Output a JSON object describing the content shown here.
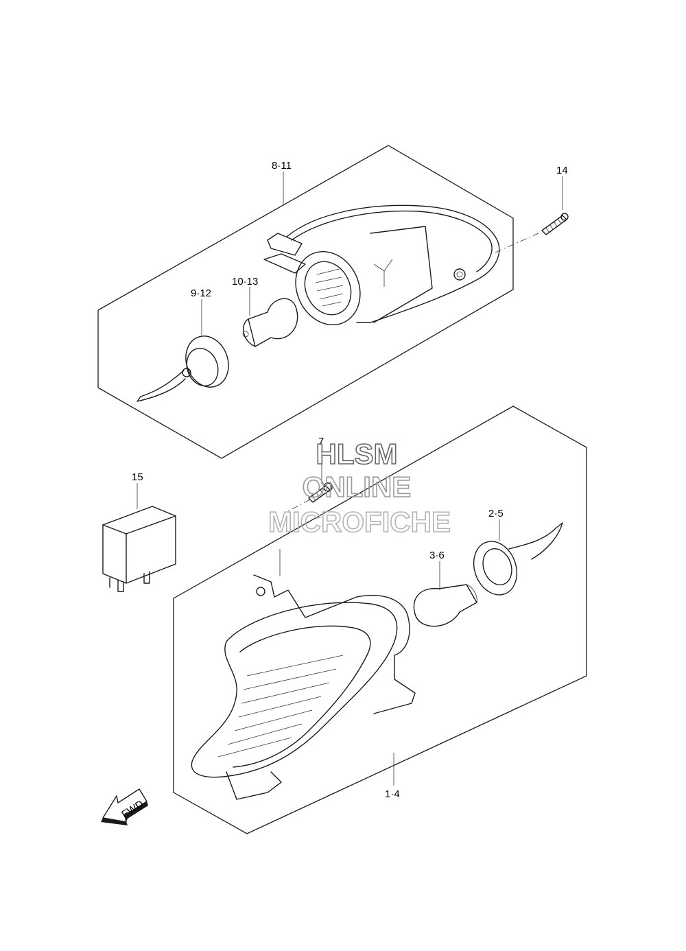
{
  "callouts": [
    {
      "id": "c-8-11",
      "text": "8·11"
    },
    {
      "id": "c-14",
      "text": "14"
    },
    {
      "id": "c-9-12",
      "text": "9·12"
    },
    {
      "id": "c-10-13",
      "text": "10·13"
    },
    {
      "id": "c-7",
      "text": "7"
    },
    {
      "id": "c-15",
      "text": "15"
    },
    {
      "id": "c-2-5",
      "text": "2·5"
    },
    {
      "id": "c-3-6",
      "text": "3·6"
    },
    {
      "id": "c-1-4",
      "text": "1·4"
    }
  ],
  "watermark": {
    "line1": "HLSM",
    "line2": "ONLINE",
    "line3": "MICROFICHE",
    "color": "#b3b3b3"
  },
  "direction_arrow": {
    "label": "FWD",
    "icon": "fwd-arrow-icon"
  }
}
